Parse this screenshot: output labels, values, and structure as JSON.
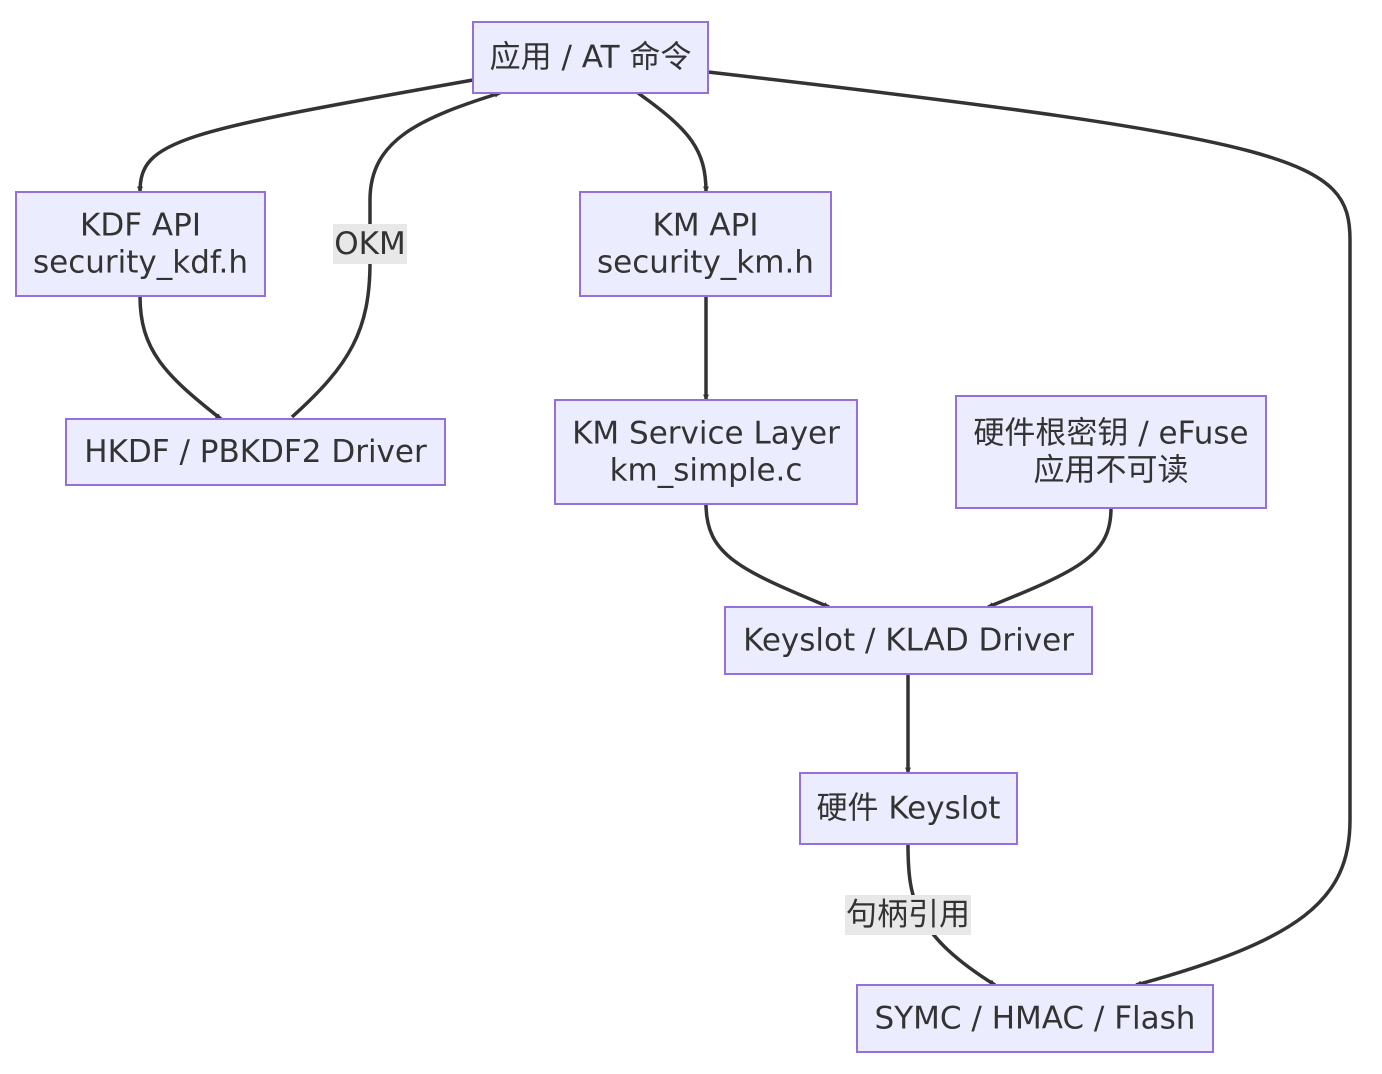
{
  "diagram": {
    "nodes": {
      "app": {
        "lines": [
          "应用 / AT 命令"
        ]
      },
      "kdf_api": {
        "lines": [
          "KDF API",
          "security_kdf.h"
        ]
      },
      "km_api": {
        "lines": [
          "KM API",
          "security_km.h"
        ]
      },
      "kdf_driver": {
        "lines": [
          "HKDF / PBKDF2 Driver"
        ]
      },
      "km_service": {
        "lines": [
          "KM Service Layer",
          "km_simple.c"
        ]
      },
      "root_key": {
        "lines": [
          "硬件根密钥 / eFuse",
          "应用不可读"
        ]
      },
      "keyslot_driver": {
        "lines": [
          "Keyslot / KLAD Driver"
        ]
      },
      "hw_keyslot": {
        "lines": [
          "硬件 Keyslot"
        ]
      },
      "consumers": {
        "lines": [
          "SYMC / HMAC / Flash"
        ]
      }
    },
    "edges": [
      {
        "from": "app",
        "to": "kdf_api",
        "label": ""
      },
      {
        "from": "kdf_api",
        "to": "kdf_driver",
        "label": ""
      },
      {
        "from": "kdf_driver",
        "to": "app",
        "label": "OKM"
      },
      {
        "from": "app",
        "to": "km_api",
        "label": ""
      },
      {
        "from": "km_api",
        "to": "km_service",
        "label": ""
      },
      {
        "from": "km_service",
        "to": "keyslot_driver",
        "label": ""
      },
      {
        "from": "root_key",
        "to": "keyslot_driver",
        "label": ""
      },
      {
        "from": "keyslot_driver",
        "to": "hw_keyslot",
        "label": ""
      },
      {
        "from": "hw_keyslot",
        "to": "consumers",
        "label": "句柄引用"
      },
      {
        "from": "app",
        "to": "consumers",
        "label": ""
      }
    ]
  }
}
